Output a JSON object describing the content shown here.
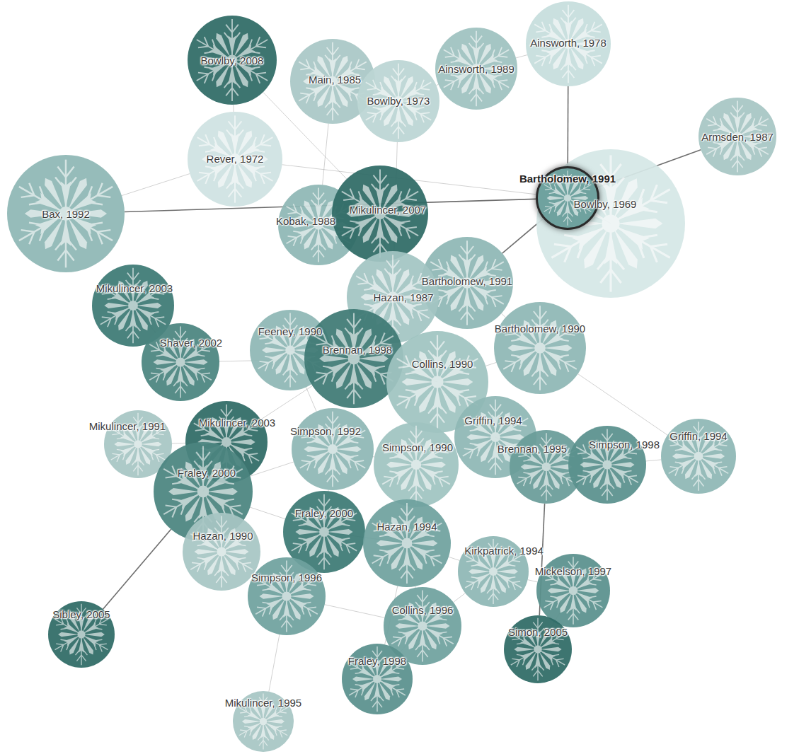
{
  "diagram": {
    "nodes": [
      {
        "text": [
          "Bowlby, 2008"
        ]
      },
      {
        "text": [
          "Main, 1985"
        ]
      },
      {
        "text": [
          "Bowlby, 1973"
        ]
      },
      {
        "text": [
          "Ainsworth, 1989"
        ]
      },
      {
        "text": [
          "Ainsworth, 1978"
        ]
      },
      {
        "text": [
          "Armsden, 1987"
        ]
      },
      {
        "text": [
          "Rever, 1972"
        ]
      },
      {
        "text": [
          "Bax, 1992"
        ]
      },
      {
        "text": [
          "Kobak, 1988"
        ]
      },
      {
        "text": [
          "Mikulincer, 2007"
        ]
      },
      {
        "text": [
          "Bowlby, 1969"
        ]
      },
      {
        "text": [
          "Bartholomew, 1991"
        ]
      },
      {
        "text": [
          "Bartholomew, 1991"
        ]
      },
      {
        "text": [
          "Hazan, 1987"
        ]
      },
      {
        "text": [
          "Mikulincer, 2003"
        ]
      },
      {
        "text": [
          "Shaver, 2002"
        ]
      },
      {
        "text": [
          "Feeney, 1990"
        ]
      },
      {
        "text": [
          "Brennan, 1998"
        ]
      },
      {
        "text": [
          "Collins, 1990"
        ]
      },
      {
        "text": [
          "Bartholomew, 1990"
        ]
      },
      {
        "text": [
          "Mikulincer, 1991"
        ]
      },
      {
        "text": [
          "Mikulincer, 2003"
        ]
      },
      {
        "text": [
          "Fraley, 2000"
        ]
      },
      {
        "text": [
          "Simpson, 1992"
        ]
      },
      {
        "text": [
          "Simpson, 1990"
        ]
      },
      {
        "text": [
          "Griffin, 1994"
        ]
      },
      {
        "text": [
          "Brennan, 1995"
        ]
      },
      {
        "text": [
          "Simpson, 1998"
        ]
      },
      {
        "text": [
          "Griffin, 1994"
        ]
      },
      {
        "text": [
          "Hazan, 1990"
        ]
      },
      {
        "text": [
          "Fraley, 2000"
        ]
      },
      {
        "text": [
          "Hazan, 1994"
        ]
      },
      {
        "text": [
          "Kirkpatrick, 1994"
        ]
      },
      {
        "text": [
          "Mickelson, 1997"
        ]
      },
      {
        "text": [
          "Simpson, 1996"
        ]
      },
      {
        "text": [
          "Collins, 1996"
        ]
      },
      {
        "text": [
          "Sibley, 2005"
        ]
      },
      {
        "text": [
          "Simon, 2005"
        ]
      },
      {
        "text": [
          "Fraley, 1998"
        ]
      },
      {
        "text": [
          "Mikulincer, 1995"
        ]
      }
    ],
    "edges": [
      {
        "from": 7,
        "to": 11,
        "arrow": "none"
      },
      {
        "from": 36,
        "to": 22,
        "arrow": "none"
      },
      {
        "from": 11,
        "to": 12,
        "arrow": "none"
      },
      {
        "from": 4,
        "to": 11,
        "arrow": "none"
      },
      {
        "from": 11,
        "to": 5,
        "arrow": "none"
      },
      {
        "from": 37,
        "to": 26,
        "arrow": "none"
      },
      {
        "from": 35,
        "to": 31,
        "arrow": "none"
      },
      {
        "from": 34,
        "to": 35,
        "arrow": "none"
      },
      {
        "from": 22,
        "to": 30,
        "arrow": "none"
      },
      {
        "from": 30,
        "to": 31,
        "arrow": "none"
      },
      {
        "from": 17,
        "to": 18,
        "arrow": "none"
      },
      {
        "from": 17,
        "to": 16,
        "arrow": "none"
      },
      {
        "from": 13,
        "to": 12,
        "arrow": "none"
      },
      {
        "from": 18,
        "to": 19,
        "arrow": "none"
      },
      {
        "from": 23,
        "to": 24,
        "arrow": "none"
      },
      {
        "from": 24,
        "to": 25,
        "arrow": "none"
      },
      {
        "from": 31,
        "to": 32,
        "arrow": "none"
      },
      {
        "from": 32,
        "to": 33,
        "arrow": "none"
      },
      {
        "from": 26,
        "to": 27,
        "arrow": "none"
      },
      {
        "from": 27,
        "to": 28,
        "arrow": "none"
      },
      {
        "from": 28,
        "to": 19,
        "arrow": "none"
      },
      {
        "from": 0,
        "to": 6,
        "arrow": "none"
      },
      {
        "from": 6,
        "to": 7,
        "arrow": "none"
      },
      {
        "from": 1,
        "to": 2,
        "arrow": "none"
      },
      {
        "from": 2,
        "to": 3,
        "arrow": "none"
      },
      {
        "from": 3,
        "to": 4,
        "arrow": "none"
      },
      {
        "from": 8,
        "to": 9,
        "arrow": "none"
      },
      {
        "from": 9,
        "to": 13,
        "arrow": "none"
      },
      {
        "from": 14,
        "to": 15,
        "arrow": "none"
      },
      {
        "from": 15,
        "to": 17,
        "arrow": "none"
      },
      {
        "from": 20,
        "to": 21,
        "arrow": "none"
      },
      {
        "from": 21,
        "to": 22,
        "arrow": "none"
      },
      {
        "from": 29,
        "to": 34,
        "arrow": "none"
      },
      {
        "from": 38,
        "to": 35,
        "arrow": "none"
      },
      {
        "from": 39,
        "to": 34,
        "arrow": "none"
      },
      {
        "from": 33,
        "to": 37,
        "arrow": "none"
      },
      {
        "from": 25,
        "to": 26,
        "arrow": "none"
      },
      {
        "from": 16,
        "to": 23,
        "arrow": "none"
      },
      {
        "from": 23,
        "to": 30,
        "arrow": "none"
      },
      {
        "from": 12,
        "to": 19,
        "arrow": "none"
      },
      {
        "from": 13,
        "to": 17,
        "arrow": "none"
      },
      {
        "from": 2,
        "to": 13,
        "arrow": "none"
      },
      {
        "from": 1,
        "to": 8,
        "arrow": "none"
      },
      {
        "from": 0,
        "to": 9,
        "arrow": "none"
      },
      {
        "from": 6,
        "to": 11,
        "arrow": "none"
      },
      {
        "from": 21,
        "to": 17,
        "arrow": "none"
      },
      {
        "from": 22,
        "to": 23,
        "arrow": "none"
      },
      {
        "from": 35,
        "to": 32,
        "arrow": "none"
      },
      {
        "from": 38,
        "to": 31,
        "arrow": "none"
      },
      {
        "from": 10,
        "to": 11,
        "arrow": "none"
      }
    ]
  }
}
